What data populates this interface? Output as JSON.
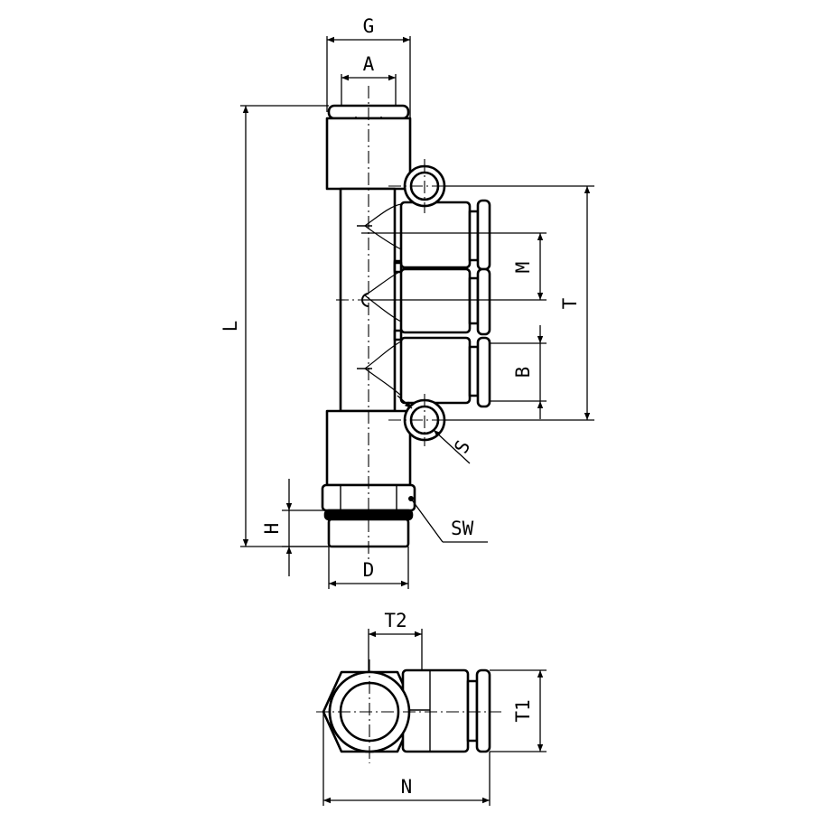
{
  "drawing": {
    "labels": {
      "G": "G",
      "A": "A",
      "L": "L",
      "M": "M",
      "T": "T",
      "B": "B",
      "S": "S",
      "SW": "SW",
      "H": "H",
      "D": "D",
      "T2": "T2",
      "T1": "T1",
      "N": "N"
    },
    "colors": {
      "line": "#000000",
      "background": "#ffffff"
    }
  }
}
